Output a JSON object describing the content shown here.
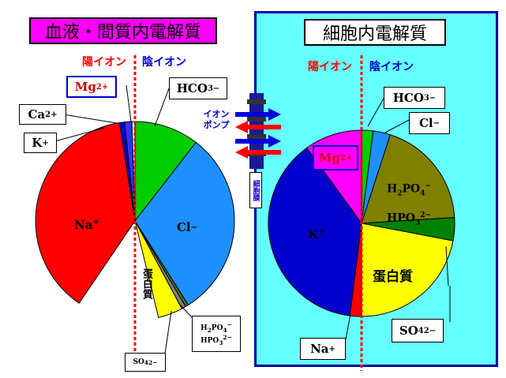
{
  "left_panel": {
    "title": "血液・間質内電解質",
    "cation_label": "陽イオン",
    "anion_label": "陰イオン",
    "labels": {
      "mg": "Mg",
      "mg_sup": "2+",
      "ca": "Ca",
      "ca_sup": "2+",
      "k": "K",
      "k_sup": "+",
      "na": "Na",
      "na_sup": "+",
      "hco3": "HCO",
      "hco3_sub": "3",
      "hco3_sup": "−",
      "cl": "Cl",
      "cl_sup": "−",
      "protein": "蛋白質",
      "h2po4": "H",
      "h2po4_sub1": "2",
      "h2po4_mid": "PO",
      "h2po4_sub2": "4",
      "h2po4_sup": "−",
      "hpo3": "HPO",
      "hpo3_sub": "3",
      "hpo3_sup": "2−",
      "so4": "SO",
      "so4_sub": "4",
      "so4_sup": "2−"
    },
    "cation_fractions": {
      "na": 0.38,
      "k": 0.008,
      "ca": 0.012,
      "mg": 0.005
    },
    "anion_fractions": {
      "hco3": 0.105,
      "cl": 0.305,
      "protein": 0.04,
      "h2po4_hpo3": 0.007,
      "so4": 0.005
    }
  },
  "right_panel": {
    "title": "細胞内電解質",
    "cation_label": "陽イオン",
    "anion_label": "陰イオン",
    "labels": {
      "mg": "Mg",
      "mg_sup": "2+",
      "k": "K",
      "k_sup": "+",
      "na": "Na",
      "na_sup": "+",
      "hco3": "HCO",
      "hco3_sub": "3",
      "hco3_sup": "−",
      "cl": "Cl",
      "cl_sup": "−",
      "h2po4": "H",
      "h2po4_sub1": "2",
      "h2po4_mid": "PO",
      "h2po4_sub2": "4",
      "h2po4_sup": "−",
      "hpo3": "HPO",
      "hpo3_sub": "3",
      "hpo3_sup": "2−",
      "protein": "蛋白質",
      "so4": "SO",
      "so4_sub": "4",
      "so4_sup": "2−"
    },
    "cation_fractions": {
      "mg": 0.1,
      "k": 0.38,
      "na": 0.02
    },
    "anion_fractions": {
      "hco3": 0.02,
      "cl": 0.03,
      "h2po4_hpo3": 0.19,
      "so4": 0.04,
      "protein": 0.22
    }
  },
  "membrane": {
    "ion_pump_label": "イオン\nポンプ",
    "membrane_label": "細胞膜"
  },
  "colors": {
    "na": "#ff0000",
    "k": "#0000cc",
    "ca": "#3333ff",
    "mg_left": "#ffffff",
    "mg_right": "#ff00ff",
    "hco3": "#00cc00",
    "cl": "#1e90ff",
    "protein": "#ffff00",
    "phosphate_left": "#808080",
    "phosphate_right": "#808000",
    "so4_left": "#556b2f",
    "so4_right": "#008000",
    "title_left_bg": "#ff00ff",
    "panel_right_bg": "#66ffff",
    "panel_right_border": "#0000aa",
    "divider": "#ff0000",
    "cation_text": "#ff0000",
    "anion_text": "#0000cc"
  },
  "icons": {
    "arrow_right": "blue-arrow-right",
    "arrow_left": "red-arrow-left"
  }
}
